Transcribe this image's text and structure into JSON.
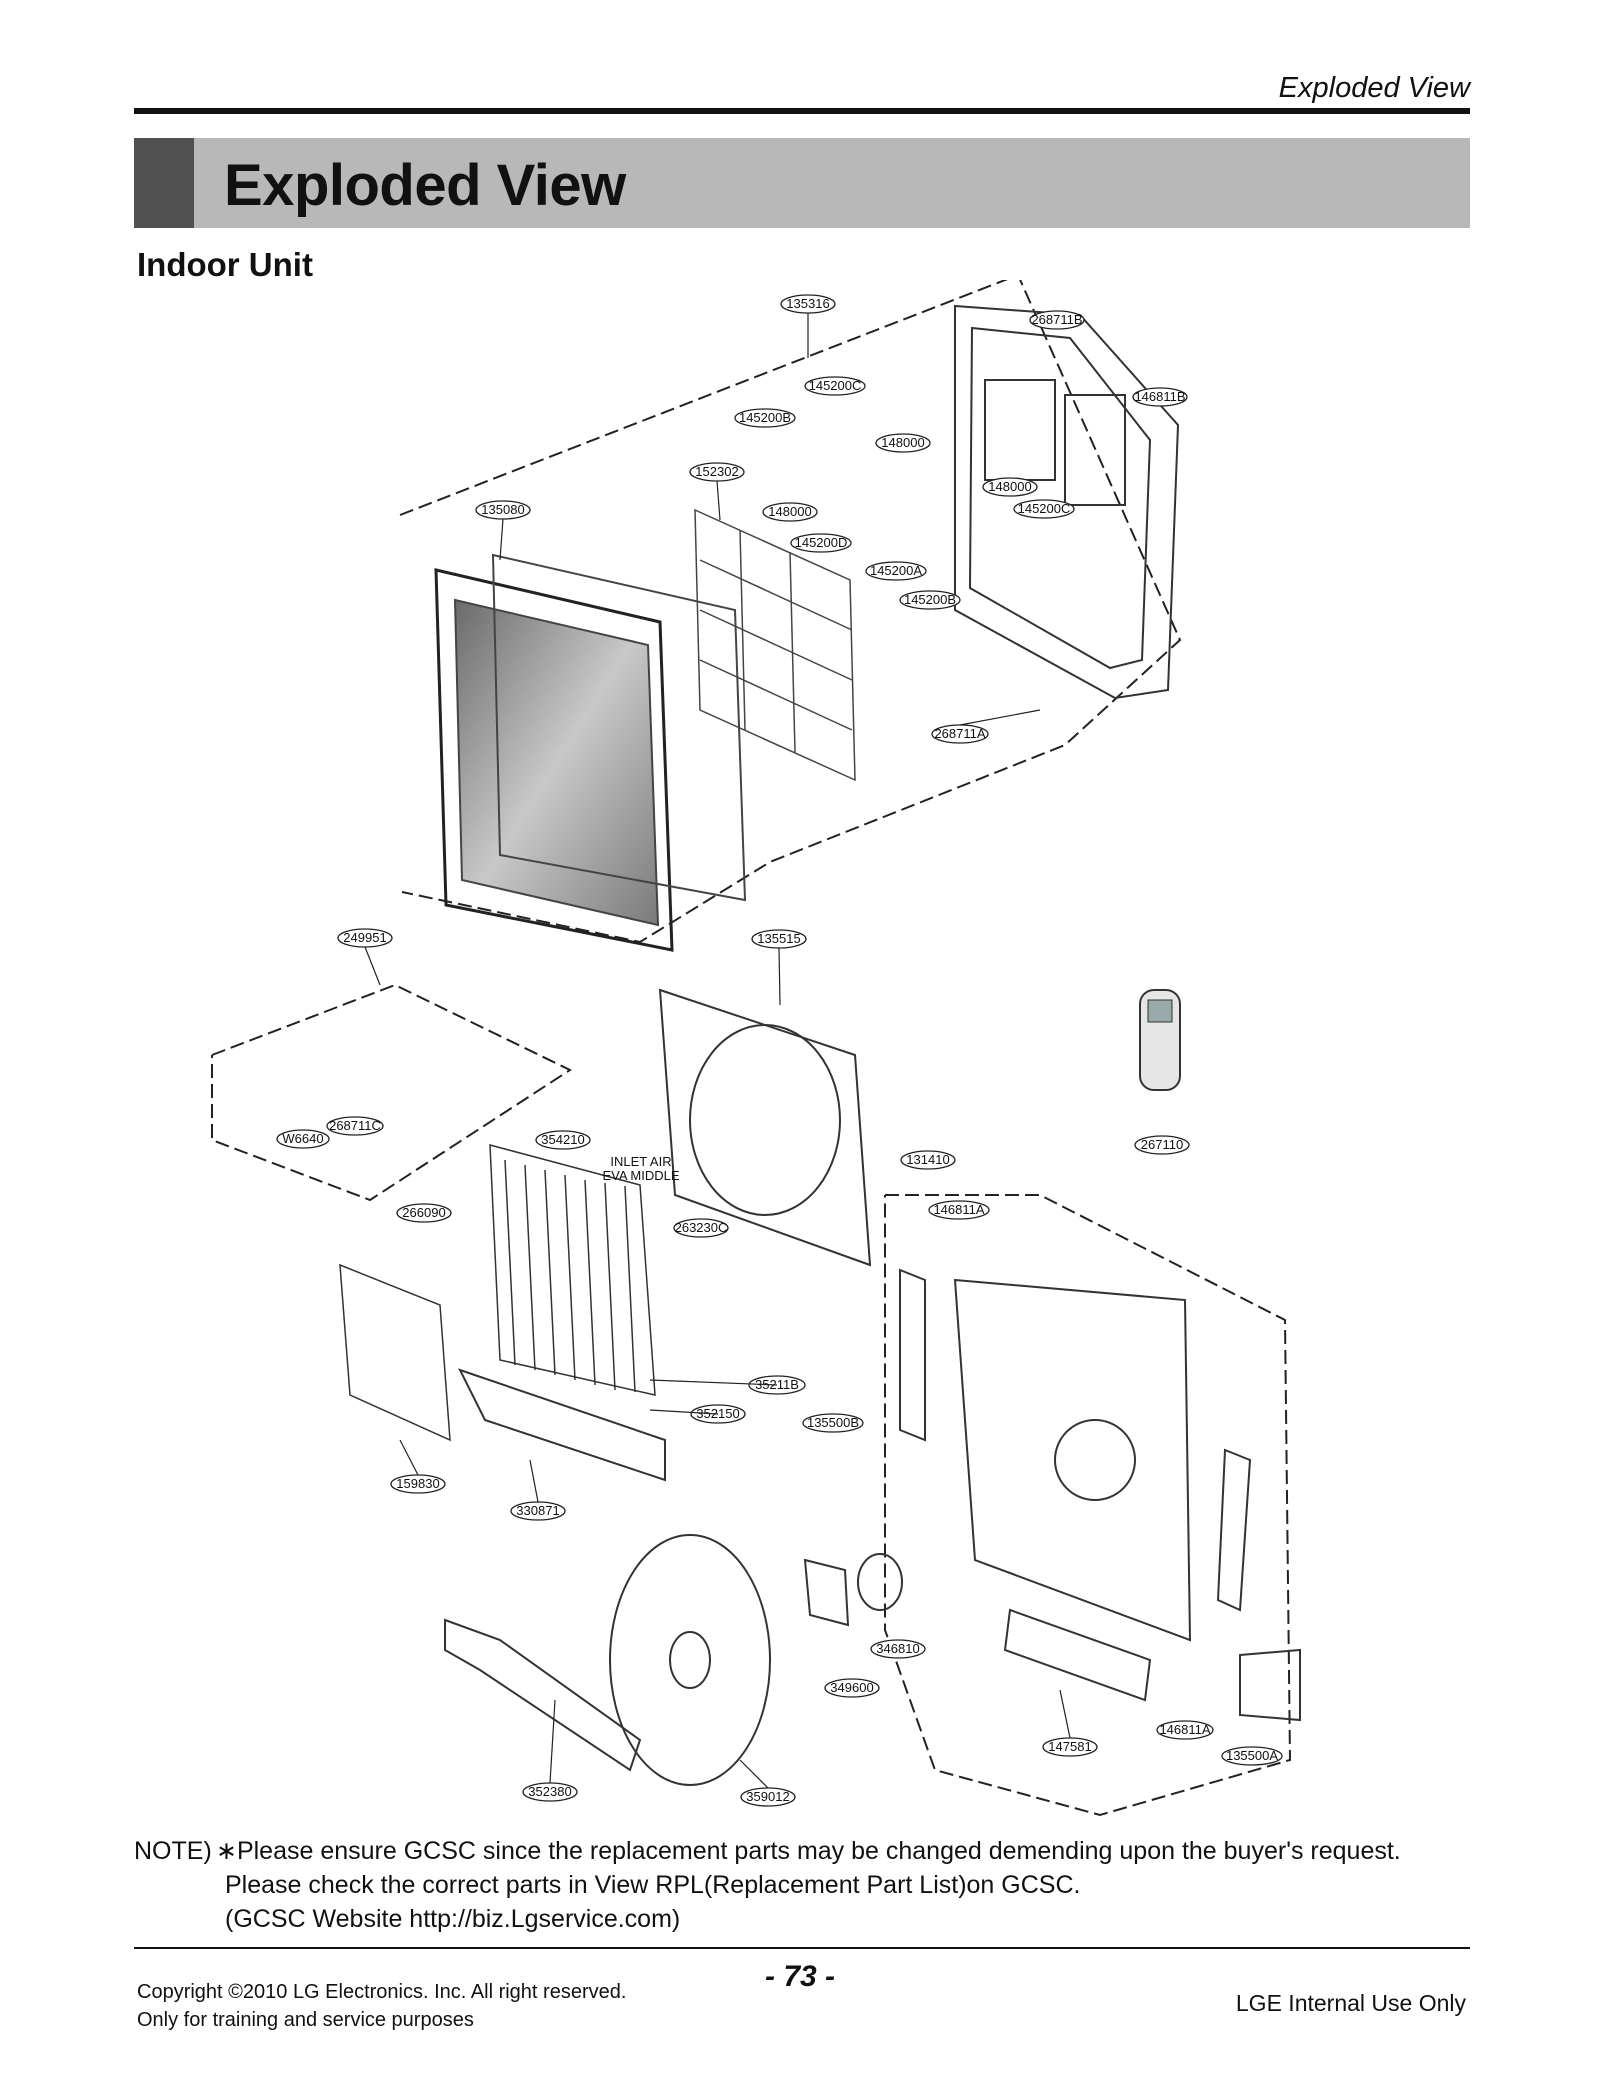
{
  "header": {
    "running_title": "Exploded View"
  },
  "banner": {
    "title": "Exploded View"
  },
  "section": {
    "title": "Indoor Unit"
  },
  "diagram": {
    "part_labels": [
      "135316",
      "268711B",
      "146811B",
      "145200C",
      "145200B",
      "148000",
      "152302",
      "135080",
      "148000",
      "148000",
      "145200C",
      "145200D",
      "145200A",
      "145200B",
      "268711A",
      "249951",
      "135515",
      "268711C",
      "W6640",
      "354210",
      "INLET AIR",
      "EVA MIDDLE",
      "263230C",
      "267110",
      "131410",
      "146811A",
      "266090",
      "35211B",
      "352150",
      "135500B",
      "159830",
      "330871",
      "346810",
      "349600",
      "147581",
      "146811A",
      "135500A",
      "352380",
      "359012"
    ]
  },
  "note": {
    "prefix": "NOTE)",
    "line1": "∗Please ensure GCSC since the replacement parts may be changed demending upon the buyer's request.",
    "line2": "Please check the correct parts in View RPL(Replacement Part List)on GCSC.",
    "line3": "(GCSC Website http://biz.Lgservice.com)"
  },
  "footer": {
    "copyright": "Copyright ©2010 LG Electronics. Inc. All right reserved.",
    "training": "Only for training and service purposes",
    "page_number": "- 73 -",
    "internal": "LGE Internal Use Only"
  }
}
